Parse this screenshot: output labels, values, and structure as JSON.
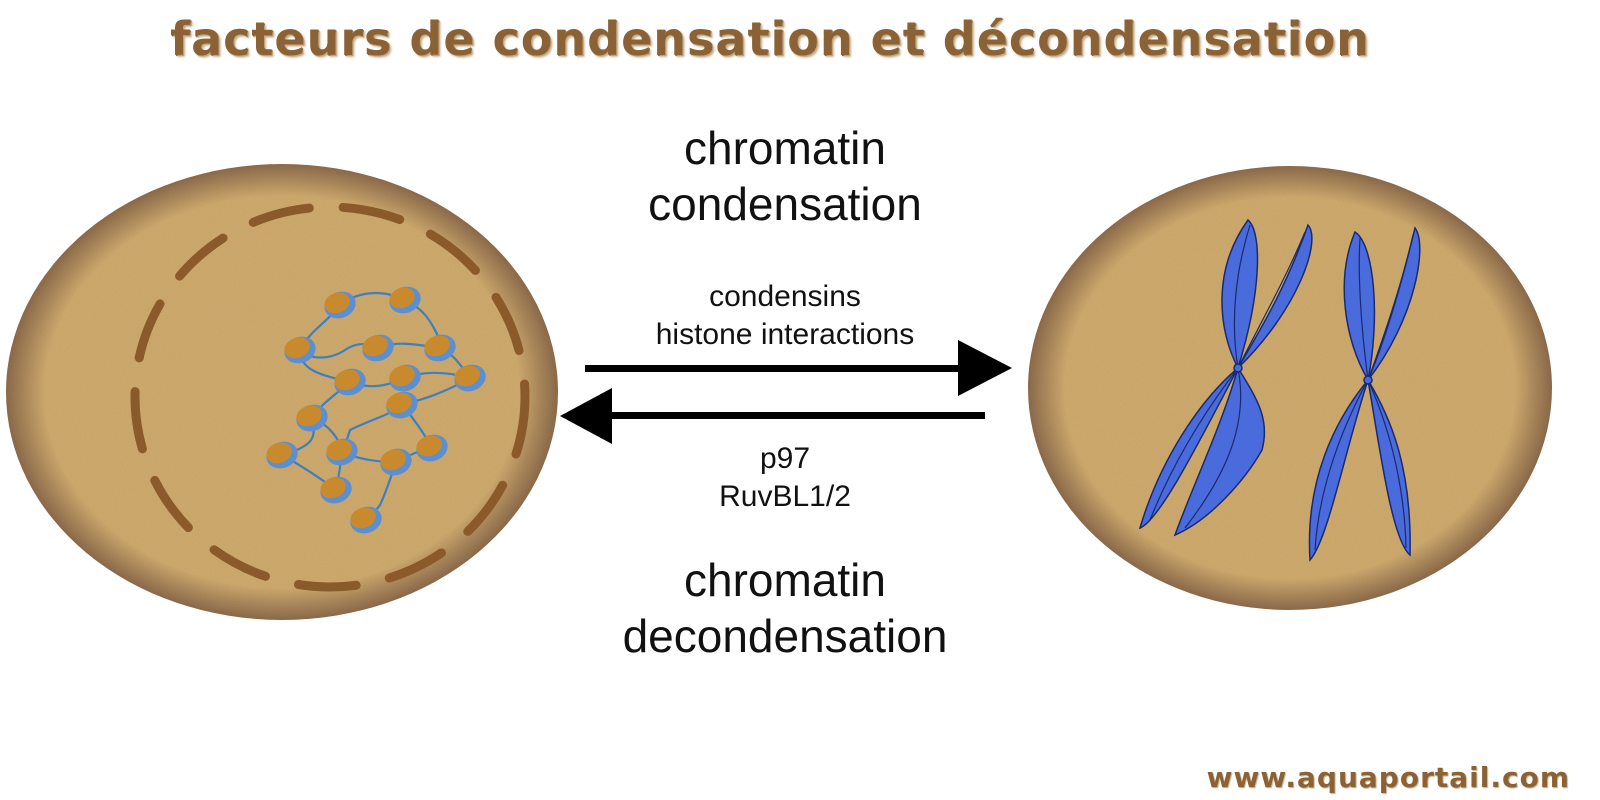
{
  "title": "facteurs de condensation et décondensation",
  "top_label": [
    "chromatin",
    "condensation"
  ],
  "forward_agents": [
    "condensins",
    "histone interactions"
  ],
  "reverse_agents": [
    "p97",
    "RuvBL1/2"
  ],
  "bottom_label": [
    "chromatin",
    "decondensation"
  ],
  "watermark": "www.aquaportail.com",
  "colors": {
    "cell_fill": "#c9a66b",
    "cell_border": "#8b6a4a",
    "nuclear_envelope": "#8b5a2b",
    "nucleosome_core": "#c98a2e",
    "nucleosome_wrap": "#5b8fd0",
    "dna_strand": "#3d7fc0",
    "chromosome": "#4a6bdc",
    "arrow": "#000000",
    "title": "#8a6236"
  }
}
